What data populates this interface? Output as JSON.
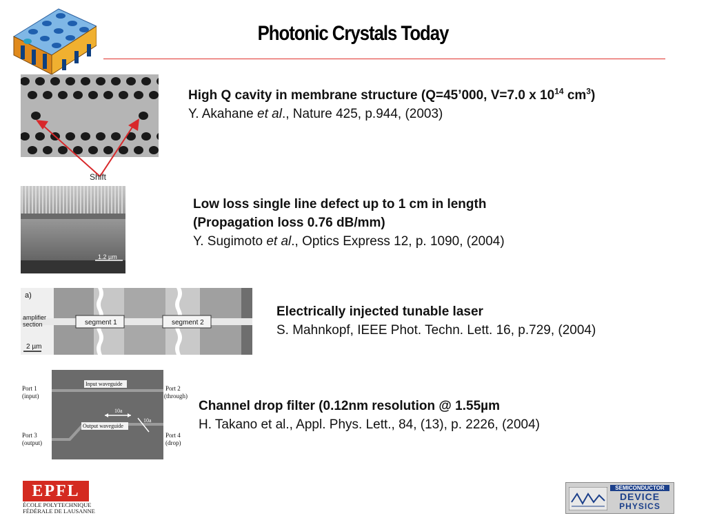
{
  "slide": {
    "title": "Photonic Crystals Today"
  },
  "items": [
    {
      "heading_pre": "High Q cavity in membrane structure (Q=45’000, V=7.0 x 10",
      "heading_sup1": "14",
      "heading_mid": " cm",
      "heading_sup2": "3",
      "heading_post": ")",
      "ref_pre": "Y. Akahane ",
      "ref_italic": "et al",
      "ref_post": "., Nature 425, p.944, (2003)",
      "figure_label": "Shift"
    },
    {
      "heading_line1": "Low loss single line defect up to 1 cm in length",
      "heading_line2": "(Propagation loss 0.76 dB/mm)",
      "ref_pre": "Y. Sugimoto ",
      "ref_italic": "et al",
      "ref_post": "., Optics Express 12, p. 1090, (2004)",
      "figure_scale": "1.2 µm"
    },
    {
      "heading": "Electrically injected tunable laser",
      "ref": "S. Mahnkopf, IEEE Phot. Techn. Lett. 16, p.729, (2004)",
      "figure_panel": "a)",
      "figure_label_1": "amplifier",
      "figure_label_2": "section",
      "figure_segment_1": "segment 1",
      "figure_segment_2": "segment 2",
      "figure_scale": "2 µm"
    },
    {
      "heading": "Channel drop filter (0.12nm resolution @ 1.55µm",
      "ref": "H. Takano et al., Appl. Phys. Lett., 84, (13), p. 2226, (2004)",
      "figure_port1": "Port 1",
      "figure_port1_sub": "(input)",
      "figure_port2": "Port 2",
      "figure_port2_sub": "(through)",
      "figure_port3": "Port 3",
      "figure_port3_sub": "(output)",
      "figure_port4": "Port 4",
      "figure_port4_sub": "(drop)",
      "figure_input_wg": "Input waveguide",
      "figure_output_wg": "Output waveguide",
      "figure_dim": "10a"
    }
  ],
  "footer": {
    "epfl_logo": "EPFL",
    "epfl_line1": "ÉCOLE POLYTECHNIQUE",
    "epfl_line2": "FÉDÉRALE DE LAUSANNE",
    "sdp_line1": "SEMICONDUCTOR",
    "sdp_line2": "DEVICE",
    "sdp_line3": "PHYSICS"
  },
  "colors": {
    "rule": "#e0302a",
    "epfl_red": "#d42a20",
    "arrow_red": "#d8282a"
  }
}
